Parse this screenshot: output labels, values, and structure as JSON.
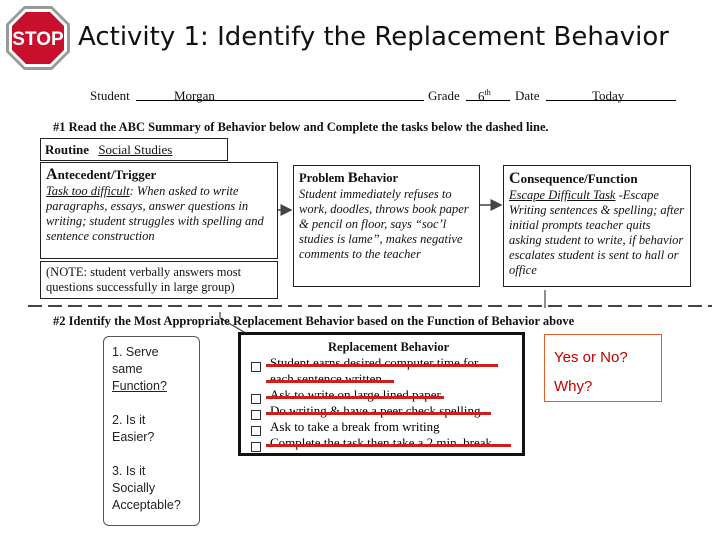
{
  "header": {
    "stop_sign_text": "STOP",
    "title": "Activity 1: Identify the  Replacement Behavior"
  },
  "form": {
    "student_label": "Student",
    "student_value": "Morgan",
    "grade_label": "Grade",
    "grade_value": "6",
    "grade_suffix": "th",
    "date_label": "Date",
    "date_value": "Today",
    "step1_heading": "#1 Read the ABC Summary of Behavior below and Complete the tasks below the dashed line.",
    "routine_label": "Routine",
    "routine_value": "Social Studies",
    "antecedent": {
      "title_first": "A",
      "title_rest": "ntecedent/Trigger",
      "lead": "Task too difficult",
      "body": ": When asked to write paragraphs, essays, answer questions in writing; student struggles with spelling and sentence construction"
    },
    "note": "(NOTE: student verbally answers most questions successfully in large group)",
    "problem_behavior": {
      "title_a": "Problem ",
      "title_b": "B",
      "title_c": "ehavior",
      "body": "Student immediately refuses to work,  doodles, throws book paper & pencil on floor, says “soc’l studies is lame”, makes negative comments to the teacher"
    },
    "consequence": {
      "title_first": "C",
      "title_rest": "onsequence/Function",
      "lead": "Escape Difficult Task",
      "body": " -Escape Writing sentences & spelling; after initial prompts teacher quits asking student to write, if behavior escalates student is sent to hall or office"
    },
    "step2_heading": "#2 Identify the Most Appropriate Replacement Behavior based on the Function of Behavior above"
  },
  "questions": {
    "q1_a": "1. Serve same",
    "q1_b": "Function?",
    "q2": "2. Is it Easier?",
    "q3": "3. Is it Socially Acceptable?"
  },
  "replacement": {
    "title": "Replacement Behavior",
    "options": [
      "Student earns desired computer time for",
      "each sentence written",
      "Ask to write on large lined paper",
      "Do writing & have a peer check spelling",
      "Ask to take a break from writing",
      "Complete the task then take a 2 min. break"
    ]
  },
  "answers": {
    "yes_or_no": "Yes or No?",
    "why": "Why?"
  },
  "colors": {
    "stop_red": "#c8102e",
    "strike_red": "#cc1f1f",
    "answer_border": "#e06030",
    "answer_text": "#c00000",
    "dashed": "#444444"
  }
}
